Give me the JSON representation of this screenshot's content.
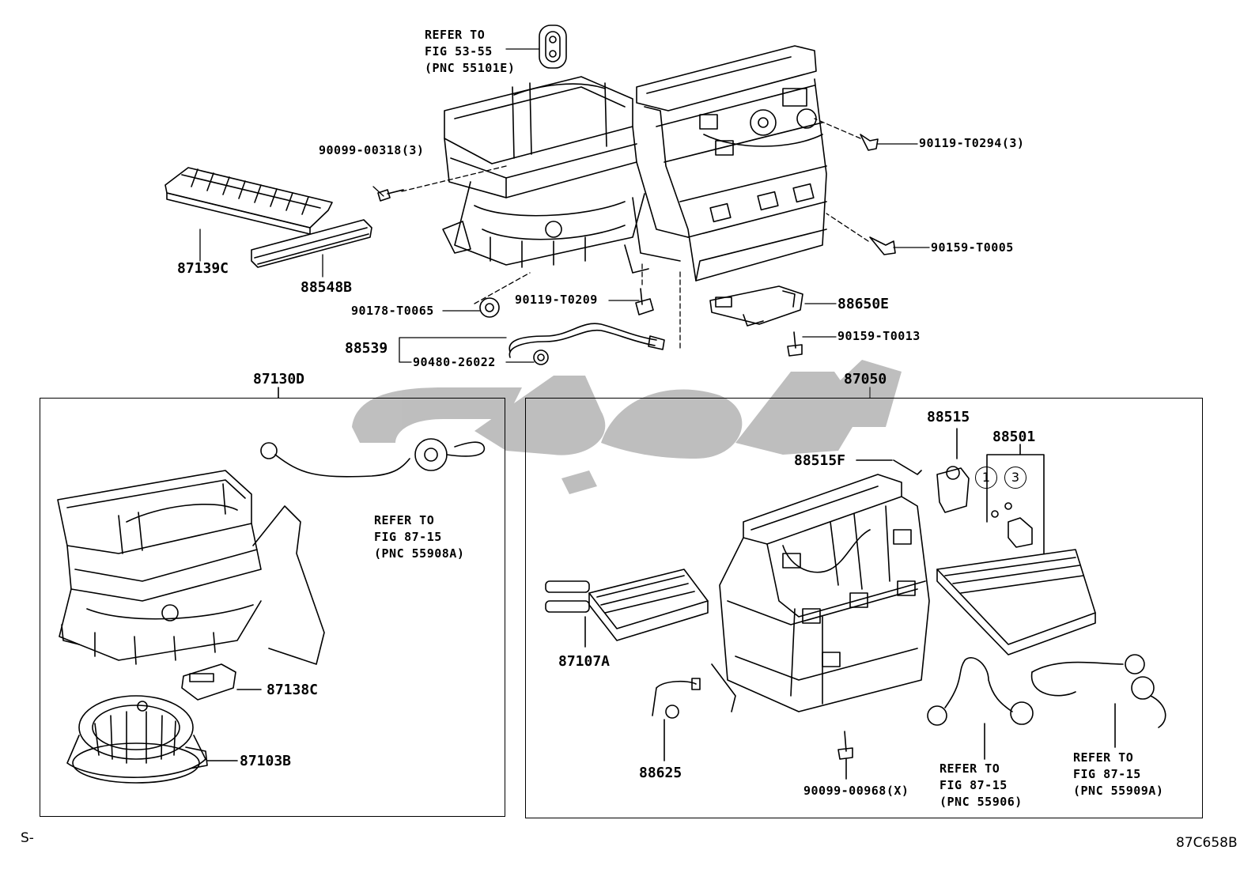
{
  "diagram": {
    "top_refer_note": "REFER TO\nFIG 53-55\n(PNC 55101E)",
    "left_box_title": "87130D",
    "right_box_title": "87050",
    "watermark": "چایکو",
    "parts": {
      "p87139C": "87139C",
      "p88548B": "88548B",
      "p90099_00318": "90099-00318(3)",
      "p90119_T0294": "90119-T0294(3)",
      "p90159_T0005": "90159-T0005",
      "p90178_T0065": "90178-T0065",
      "p90119_T0209": "90119-T0209",
      "p88650E": "88650E",
      "p90159_T0013": "90159-T0013",
      "p88539": "88539",
      "p90480_26022": "90480-26022",
      "p87138C": "87138C",
      "p87103B": "87103B",
      "p88515": "88515",
      "p88515F": "88515F",
      "p88501": "88501",
      "p87107A": "87107A",
      "p88625": "88625",
      "p90099_00968": "90099-00968(X)"
    },
    "circle_markers": [
      "1",
      "3"
    ],
    "left_refer_note": "REFER TO\nFIG 87-15\n(PNC 55908A)",
    "bottom_refer_note_1": "REFER TO\nFIG 87-15\n(PNC 55906)",
    "bottom_refer_note_2": "REFER TO\nFIG 87-15\n(PNC 55909A)",
    "corner_left": "S-",
    "corner_right": "87C658B"
  }
}
